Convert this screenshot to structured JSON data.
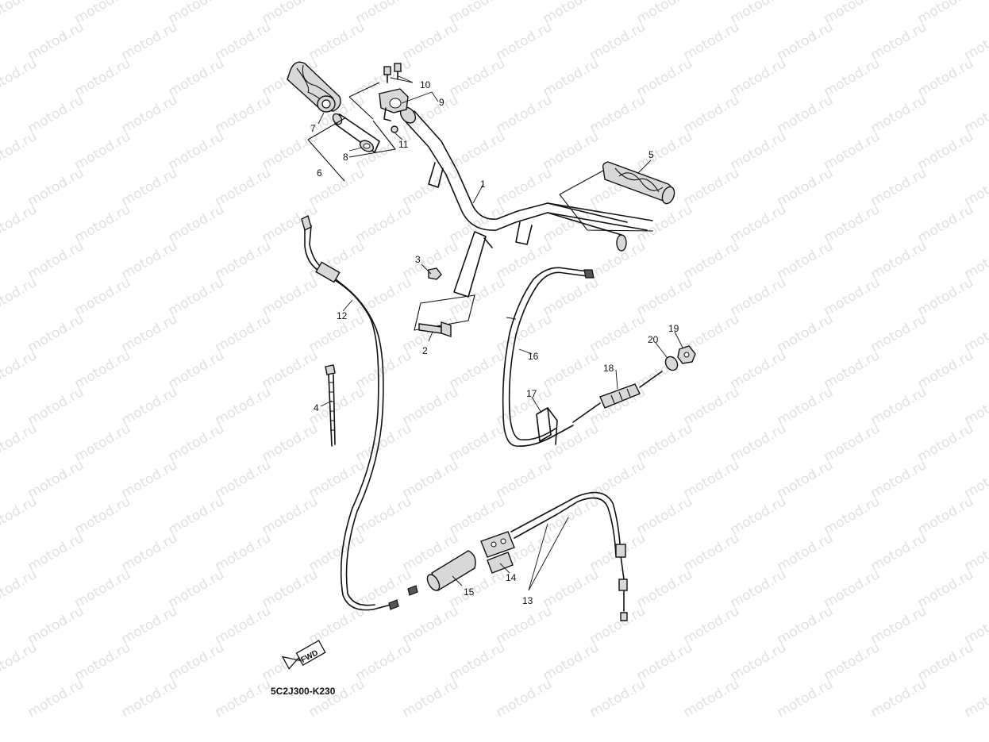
{
  "watermark": {
    "text": "motod.ru"
  },
  "callouts": [
    {
      "id": "1",
      "label": "1"
    },
    {
      "id": "2",
      "label": "2"
    },
    {
      "id": "3",
      "label": "3"
    },
    {
      "id": "4",
      "label": "4"
    },
    {
      "id": "5",
      "label": "5"
    },
    {
      "id": "6",
      "label": "6"
    },
    {
      "id": "7",
      "label": "7"
    },
    {
      "id": "8",
      "label": "8"
    },
    {
      "id": "9",
      "label": "9"
    },
    {
      "id": "10",
      "label": "10"
    },
    {
      "id": "11",
      "label": "11"
    },
    {
      "id": "12",
      "label": "12"
    },
    {
      "id": "13",
      "label": "13"
    },
    {
      "id": "14",
      "label": "14"
    },
    {
      "id": "15",
      "label": "15"
    },
    {
      "id": "16",
      "label": "16"
    },
    {
      "id": "17",
      "label": "17"
    },
    {
      "id": "18",
      "label": "18"
    },
    {
      "id": "19",
      "label": "19"
    },
    {
      "id": "20",
      "label": "20"
    }
  ],
  "direction_arrow": {
    "label": "FWD"
  },
  "diagram_code": "5C2J300-K230"
}
